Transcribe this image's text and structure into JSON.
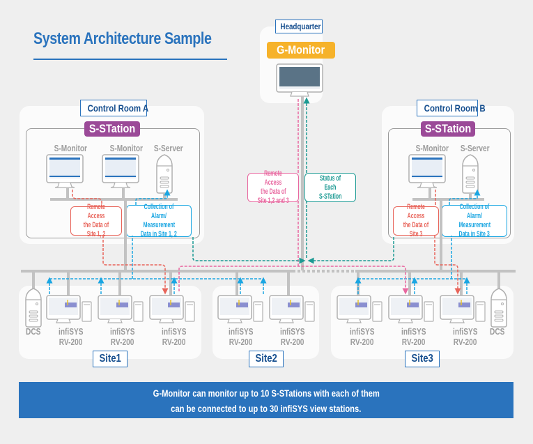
{
  "title": "System Architecture Sample",
  "colors": {
    "primary_blue": "#2a73bd",
    "station_purple": "#9b4a98",
    "gmonitor_orange": "#f6b22a",
    "remote_red": "#e8645a",
    "remote_pink": "#e8679f",
    "collection_cyan": "#1aa6e2",
    "status_teal": "#1c9a93",
    "bus_gray": "#c2c2c2"
  },
  "headquarter": {
    "label": "Headquarter",
    "badge": "G-Monitor",
    "icon": "monitor-icon"
  },
  "control_room_a": {
    "label": "Control Room A",
    "badge": "S-STation",
    "devices": [
      {
        "label": "S-Monitor",
        "icon": "monitor-icon"
      },
      {
        "label": "S-Monitor",
        "icon": "monitor-icon"
      },
      {
        "label": "S-Server",
        "icon": "server-icon"
      }
    ],
    "remote_box": [
      "Remote Access",
      "the Data of Site 1, 2"
    ],
    "collection_box": [
      "Collection of Alarm/",
      "Measurement",
      "Data in Site 1, 2"
    ]
  },
  "control_room_b": {
    "label": "Control Room B",
    "badge": "S-STation",
    "devices": [
      {
        "label": "S-Monitor",
        "icon": "monitor-icon"
      },
      {
        "label": "S-Server",
        "icon": "server-icon"
      }
    ],
    "remote_box": [
      "Remote Access",
      "the Data of Site 3"
    ],
    "collection_box": [
      "Collection of Alarm/",
      "Measurement",
      "Data in Site 3"
    ]
  },
  "hq_links": {
    "remote_box": [
      "Remote Access",
      "the Data of",
      "Site 1,2 and 3"
    ],
    "status_box": [
      "Status of Each",
      "S-STation"
    ]
  },
  "sites": [
    {
      "label": "Site1",
      "devices": [
        {
          "line1": "DCS",
          "line2": "",
          "icon": "server-icon"
        },
        {
          "line1": "infiSYS",
          "line2": "RV-200",
          "icon": "workstation-icon"
        },
        {
          "line1": "infiSYS",
          "line2": "RV-200",
          "icon": "workstation-icon"
        },
        {
          "line1": "infiSYS",
          "line2": "RV-200",
          "icon": "workstation-icon"
        }
      ]
    },
    {
      "label": "Site2",
      "devices": [
        {
          "line1": "infiSYS",
          "line2": "RV-200",
          "icon": "workstation-icon"
        },
        {
          "line1": "infiSYS",
          "line2": "RV-200",
          "icon": "workstation-icon"
        }
      ]
    },
    {
      "label": "Site3",
      "devices": [
        {
          "line1": "infiSYS",
          "line2": "RV-200",
          "icon": "workstation-icon"
        },
        {
          "line1": "infiSYS",
          "line2": "RV-200",
          "icon": "workstation-icon"
        },
        {
          "line1": "infiSYS",
          "line2": "RV-200",
          "icon": "workstation-icon"
        },
        {
          "line1": "DCS",
          "line2": "",
          "icon": "server-icon"
        }
      ]
    }
  ],
  "banner": {
    "line1": "G-Monitor can monitor up to 10 S-STations with each of them",
    "line2": "can be connected to up to 30 infiSYS view stations."
  }
}
